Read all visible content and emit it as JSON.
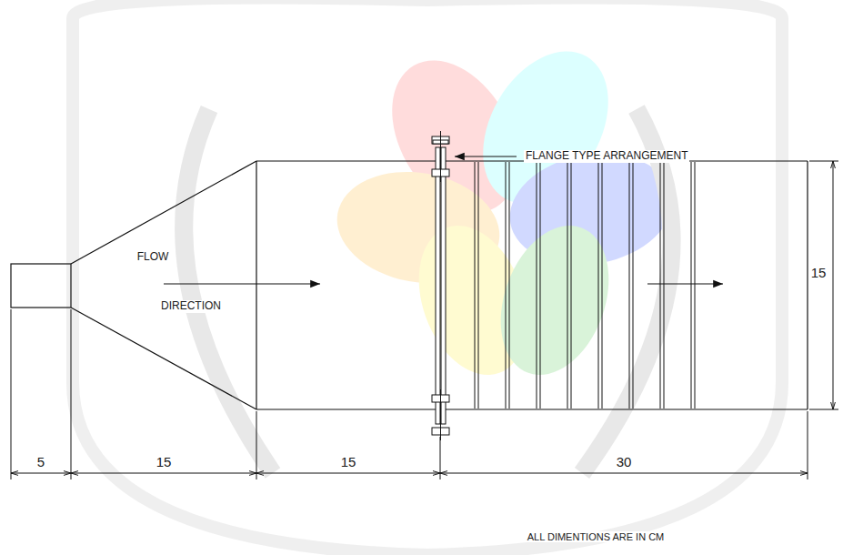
{
  "diagram": {
    "labels": [
      "FLANGE TYPE ARRANGEMENT",
      "FLOW",
      "DIRECTION",
      "15",
      "5",
      "15",
      "15",
      "30",
      "ALL DIMENTIONS ARE IN CM"
    ]
  }
}
